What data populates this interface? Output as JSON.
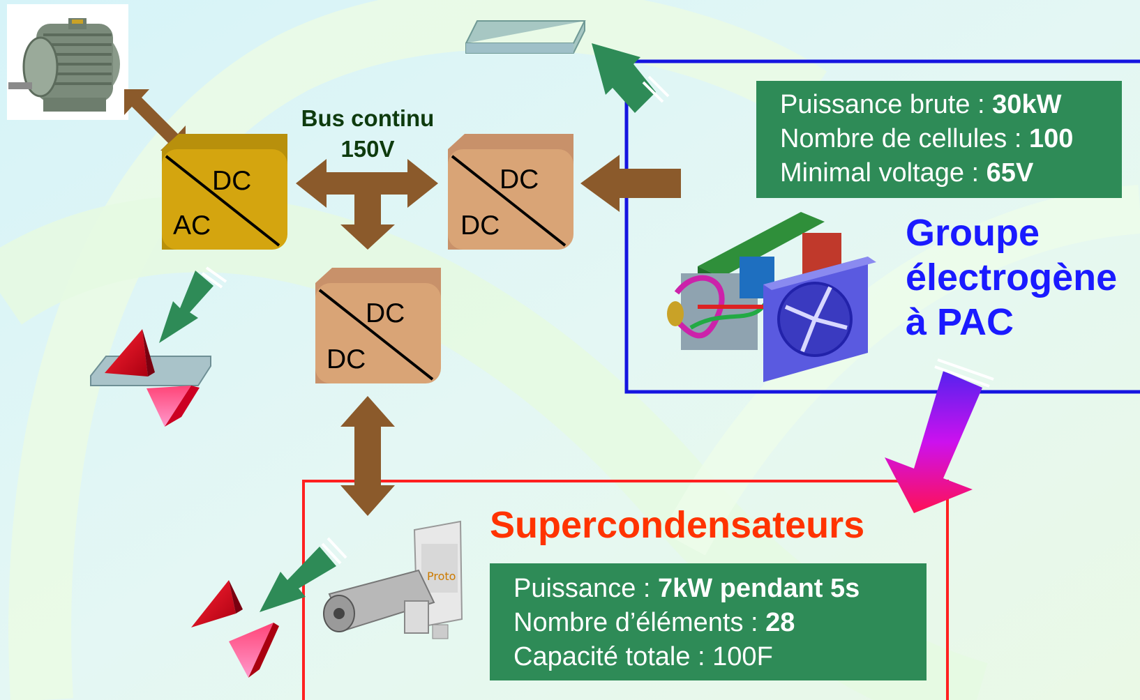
{
  "bus": {
    "line1": "Bus continu",
    "line2": "150V"
  },
  "converters": {
    "dcac": {
      "top": "DC",
      "bottom": "AC"
    },
    "dcdc_fuelcell": {
      "top": "DC",
      "bottom": "DC"
    },
    "dcdc_supercap": {
      "top": "DC",
      "bottom": "DC"
    }
  },
  "fuel_cell": {
    "title_lines": [
      "Groupe",
      "électrogène",
      "à PAC"
    ],
    "specs": [
      {
        "label": "Puissance brute : ",
        "value": "30kW"
      },
      {
        "label": "Nombre de cellules : ",
        "value": "100"
      },
      {
        "label": "Minimal voltage : ",
        "value": "65V"
      }
    ]
  },
  "supercap": {
    "title": "Supercondensateurs",
    "specs": [
      {
        "label": "Puissance : ",
        "value": "7kW pendant 5s"
      },
      {
        "label": "Nombre d’éléments : ",
        "value": "28"
      },
      {
        "label": "Capacité totale : 100F",
        "value": ""
      }
    ]
  },
  "colors": {
    "power_arrow": "#8b5a2b",
    "heat_arrow": "#2e8b57",
    "spec_box": "#2e8b57",
    "fuelcell_border": "#1515e0",
    "supercap_border": "#ff2020",
    "dcac_block": "#d4a50f",
    "dcdc_block": "#d9a476"
  }
}
